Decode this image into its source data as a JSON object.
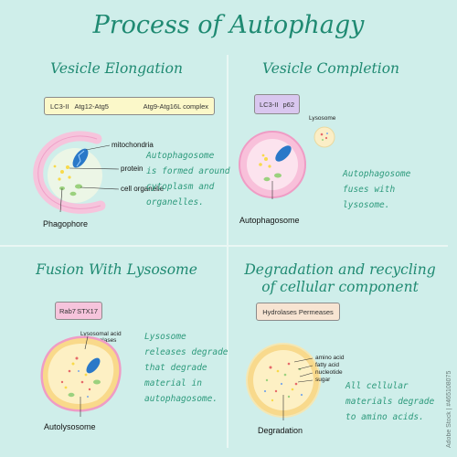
{
  "title": "Process of Autophagy",
  "sections": {
    "elongation": {
      "heading": "Vesicle Elongation",
      "proteins": [
        "LC3-II",
        "Atg12-Atg5",
        "Atg9-Atg16L complex"
      ],
      "labels": {
        "mitochondria": "mitochondria",
        "protein": "protein",
        "organelle": "cell organelle",
        "name": "Phagophore"
      },
      "desc": [
        "Autophagosome",
        "is formed around",
        "cytoplasm and",
        "organelles."
      ]
    },
    "completion": {
      "heading": "Vesicle Completion",
      "proteins": [
        "LC3-II",
        "p62"
      ],
      "labels": {
        "lysosome": "Lysosome",
        "name": "Autophagosome"
      },
      "desc": [
        "Autophagosome",
        "fuses with",
        "lysosome."
      ]
    },
    "fusion": {
      "heading": "Fusion With Lysosome",
      "proteins": [
        "Rab7",
        "STX17"
      ],
      "labels": {
        "acid": "Lysosomal acid",
        "hydrolases": "hydrolases",
        "name": "Autolysosome"
      },
      "desc": [
        "Lysosome",
        "releases degrade",
        "that degrade",
        "material in",
        "autophagosome."
      ]
    },
    "degradation": {
      "heading_lines": [
        "Degradation and recycling",
        "of cellular component"
      ],
      "proteins": [
        "Hydrolases Permeases"
      ],
      "labels": {
        "amino": "amino acid",
        "fatty": "fatty acid",
        "nucleotide": "nucleotide",
        "sugar": "sugar",
        "name": "Degradation"
      },
      "desc": [
        "All cellular",
        "materials degrade",
        "to amino acids."
      ]
    }
  },
  "watermark": "Adobe Stock | #465108075"
}
